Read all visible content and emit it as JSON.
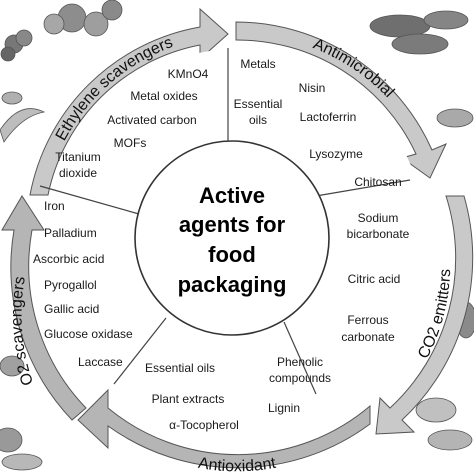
{
  "center": {
    "lines": [
      "Active",
      "agents for",
      "food",
      "packaging"
    ]
  },
  "sections": {
    "ethylene": {
      "label": "Ethylene scavengers",
      "agents": [
        "KMnO4",
        "Metal oxides",
        "Activated carbon",
        "MOFs",
        "Titanium",
        "dioxide"
      ]
    },
    "antimicrobial": {
      "label": "Antimicrobial",
      "agents": [
        "Metals",
        "Nisin",
        "Essential",
        "oils",
        "Lactoferrin",
        "Lysozyme",
        "Chitosan"
      ]
    },
    "co2": {
      "label": "CO2 emitters",
      "agents": [
        "Sodium",
        "bicarbonate",
        "Citric acid",
        "Ferrous",
        "carbonate"
      ]
    },
    "antioxidant": {
      "label": "Antioxidant",
      "agents": [
        "Essential oils",
        "Phenolic",
        "compounds",
        "Plant extracts",
        "Lignin",
        "α-Tocopherol"
      ]
    },
    "o2": {
      "label": "O2 scavengers",
      "agents": [
        "Iron",
        "Palladium",
        "Ascorbic acid",
        "Pyrogallol",
        "Gallic acid",
        "Glucose oxidase",
        "Laccase"
      ]
    }
  },
  "colors": {
    "ring": "#c8c8c8",
    "ring_dark": "#7a7a7a",
    "arrow": "#8a8a8a",
    "circle": "#ffffff",
    "text": "#111111"
  },
  "icons": [
    "tomato-icon",
    "broccoli-icon",
    "sausage-icon",
    "fish-icon",
    "bread-icon",
    "salad-icon",
    "banana-icon",
    "pasta-icon"
  ]
}
